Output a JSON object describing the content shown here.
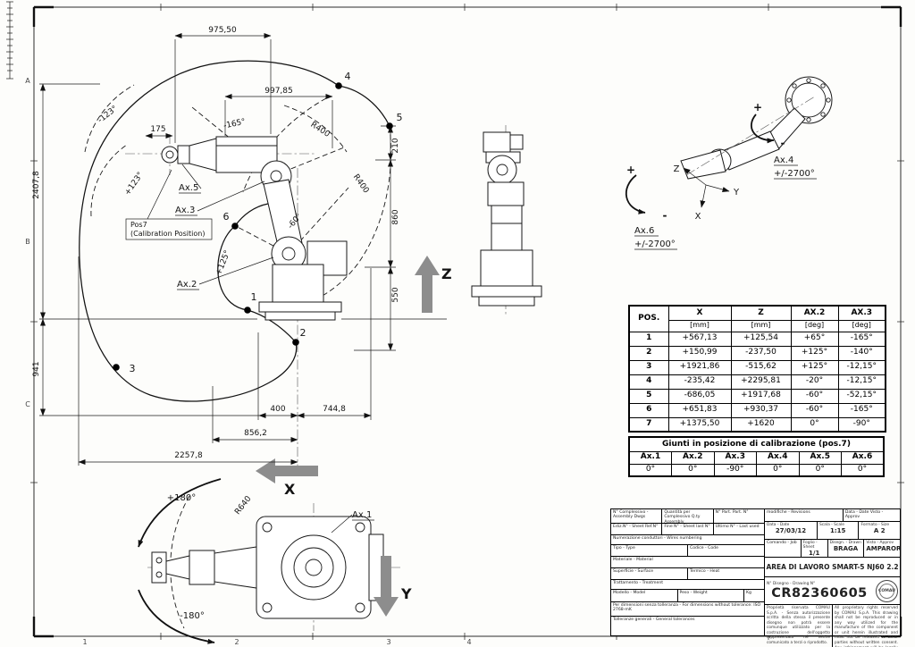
{
  "frame": {
    "numbers": [
      "1",
      "2",
      "3",
      "4"
    ],
    "letters": [
      "A",
      "B",
      "C"
    ]
  },
  "envelope": {
    "dim_top_width": "975,50",
    "dim_arm": "997,85",
    "dim_flange_offset": "175",
    "angle_neg123": "-123°",
    "angle_pos123": "+123°",
    "angle_neg165": "-165°",
    "angle_pos125": "+125°",
    "angle_neg60": "-60°",
    "radius_a": "R400",
    "radius_b": "R400",
    "dim_210": "210",
    "dim_860": "860",
    "dim_550": "550",
    "dim_total_height": "2407,8",
    "dim_941": "941",
    "dim_400": "400",
    "dim_744": "744,8",
    "dim_856": "856,2",
    "dim_2257": "2257,8",
    "pt1": "1",
    "pt2": "2",
    "pt3": "3",
    "pt4": "4",
    "pt5": "5",
    "pt6": "6",
    "ax1": "Ax.1",
    "ax2": "Ax.2",
    "ax3": "Ax.3",
    "ax5": "Ax.5",
    "pos7_title": "Pos7",
    "pos7_sub": "(Calibration Position)",
    "axis_x": "X",
    "axis_y": "Y",
    "axis_z": "Z",
    "angle_pos180": "+180°",
    "angle_neg180": "-180°",
    "radius_base": "R640"
  },
  "wrist": {
    "ax4_label": "Ax.4",
    "ax4_range": "+/-2700°",
    "ax6_label": "Ax.6",
    "ax6_range": "+/-2700°",
    "plus_a": "+",
    "minus_a": "-",
    "plus_b": "+",
    "minus_b": "-",
    "x": "X",
    "y": "Y",
    "z": "Z"
  },
  "pos_table": {
    "headers": [
      "POS.",
      "X",
      "Z",
      "AX.2",
      "AX.3"
    ],
    "units": [
      "[mm]",
      "[mm]",
      "[deg]",
      "[deg]"
    ],
    "rows": [
      [
        "1",
        "+567,13",
        "+125,54",
        "+65°",
        "-165°"
      ],
      [
        "2",
        "+150,99",
        "-237,50",
        "+125°",
        "-140°"
      ],
      [
        "3",
        "+1921,86",
        "-515,62",
        "+125°",
        "-12,15°"
      ],
      [
        "4",
        "-235,42",
        "+2295,81",
        "-20°",
        "-12,15°"
      ],
      [
        "5",
        "-686,05",
        "+1917,68",
        "-60°",
        "-52,15°"
      ],
      [
        "6",
        "+651,83",
        "+930,37",
        "-60°",
        "-165°"
      ],
      [
        "7",
        "+1375,50",
        "+1620",
        "0°",
        "-90°"
      ]
    ]
  },
  "calib_table": {
    "title": "Giunti in posizione di calibrazione (pos.7)",
    "headers": [
      "Ax.1",
      "Ax.2",
      "Ax.3",
      "Ax.4",
      "Ax.5",
      "Ax.6"
    ],
    "values": [
      "0°",
      "0°",
      "-90°",
      "0°",
      "0°",
      "0°"
    ]
  },
  "title_block": {
    "assembly_label": "N° Complessivo - Assembly Dwgs",
    "qty_label": "Quantità per Complessivo Q.ty Assembly",
    "part_label": "N° Part. Part. N°",
    "ediz_label": "Ediz.N° - Sheet Ref.N°",
    "fine_label": "Fine N° - Sheet last N°",
    "ultimo_label": "Ultimo N° - Last used",
    "wires_label": "Numerazione conduttori - Wires numbering",
    "tipo_label": "Tipo - Type",
    "codice_label": "Codice - Code",
    "materiale_label": "Materiale - Material",
    "superficie_label": "Superficie - Surface",
    "termico_label": "Termico - Heat",
    "trattamento_label": "Trattamento - Treatment",
    "modello_label": "Modello - Model",
    "peso_label": "Peso - Weight",
    "kg_label": "Kg",
    "iso_note": "Per dimensioni senza tolleranza - For dimensions without tolerance: ISO 2768-mK",
    "tolerances_label": "Tolleranze generali - General tolerances",
    "rev_label": "modifiche - Revisions",
    "rev_cols_label": "Data - Date   Visto - Approv",
    "date_label": "Data - Date",
    "date_value": "27/03/12",
    "scale_label": "Scala - Scale",
    "scale_value": "1:15",
    "size_label": "Formato - Size",
    "size_value": "A 2",
    "job_label": "Comando - Job",
    "sheet_label": "Foglio - Sheet",
    "sheet_value": "1/1",
    "drawn_label": "Disegn. - Drawn",
    "drawn_value": "BRAGA",
    "appr_label": "Visto - Approv",
    "appr_value": "AMPARORE",
    "title_value": "AREA DI LAVORO SMART-5 NJ60 2.2",
    "drawing_no_label": "N° Disegno - Drawing N°",
    "code_value": "CR82360605",
    "logo_text": "COMAU",
    "legal_it": "Proprietà riservata COMAU S.p.A. - Senza autorizzazione scritta della stessa il presente disegno non potrà essere comunque utilizzato per la costruzione dell'oggetto rappresentato né venire comunicato a terzi o riprodotto.",
    "legal_en": "All proprietary rights reserved by COMAU S.p.A. This drawing shall not be reproduced or in any way utilized for the manufacture of the component or unit herein illustrated and must not be released to other parties without written consent. Any infringement will be legally pursued."
  }
}
